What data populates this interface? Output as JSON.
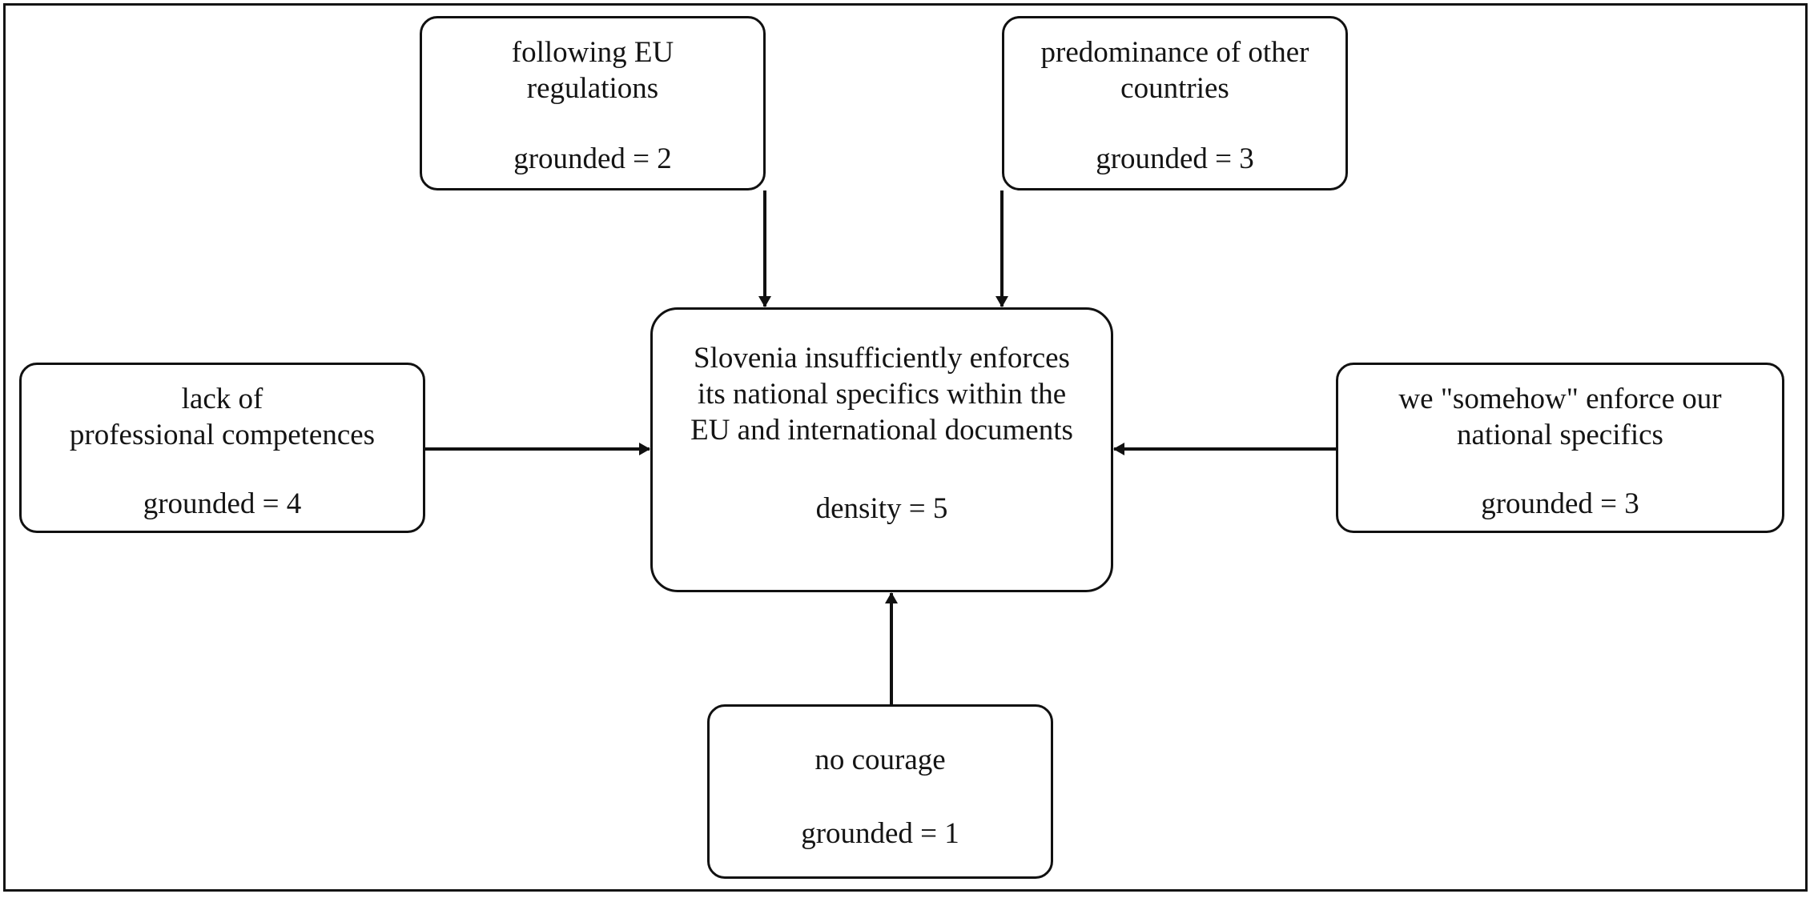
{
  "diagram": {
    "type": "network-diagram",
    "frame_color": "#141414",
    "node_border_color": "#111111",
    "edge_color": "#111111",
    "background": "#ffffff",
    "central_node": {
      "id": "central",
      "title": "Slovenia insufficiently enforces\nits national specifics within the\nEU and international documents",
      "metric": "density = 5"
    },
    "nodes": [
      {
        "id": "following-eu-regulations",
        "title": "following EU\nregulations",
        "metric": "grounded = 2",
        "position": "top-left"
      },
      {
        "id": "predominance-of-other-countries",
        "title": "predominance of other\ncountries",
        "metric": "grounded = 3",
        "position": "top-right"
      },
      {
        "id": "lack-of-professional-competences",
        "title": "lack of\nprofessional competences",
        "metric": "grounded = 4",
        "position": "left"
      },
      {
        "id": "we-somehow-enforce",
        "title": "we \"somehow\" enforce our\nnational specifics",
        "metric": "grounded = 3",
        "position": "right"
      },
      {
        "id": "no-courage",
        "title": "no courage",
        "metric": "grounded = 1",
        "position": "bottom"
      }
    ],
    "edges": [
      {
        "from": "following-eu-regulations",
        "to": "central",
        "direction": "down",
        "arrowhead": "solid-triangle"
      },
      {
        "from": "predominance-of-other-countries",
        "to": "central",
        "direction": "down",
        "arrowhead": "solid-triangle"
      },
      {
        "from": "lack-of-professional-competences",
        "to": "central",
        "direction": "right",
        "arrowhead": "solid-triangle"
      },
      {
        "from": "we-somehow-enforce",
        "to": "central",
        "direction": "left",
        "arrowhead": "solid-triangle"
      },
      {
        "from": "no-courage",
        "to": "central",
        "direction": "up",
        "arrowhead": "solid-triangle"
      }
    ]
  }
}
